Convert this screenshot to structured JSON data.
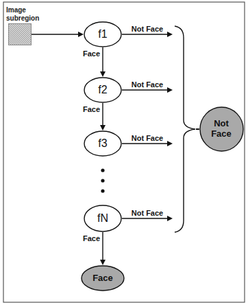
{
  "diagram": {
    "nodes": [
      {
        "text": [
          "Image subregion"
        ]
      },
      {
        "text": [
          "f1"
        ]
      },
      {
        "text": [
          "f2"
        ]
      },
      {
        "text": [
          "f3"
        ]
      },
      {
        "text": [
          "fN"
        ]
      },
      {
        "text": [
          "Not Face"
        ]
      },
      {
        "text": [
          "Face"
        ]
      }
    ],
    "edges": [
      {
        "from": 0,
        "to": 1,
        "arrow": "to"
      },
      {
        "from": 1,
        "to": 5,
        "label": "Not Face",
        "arrow": "to"
      },
      {
        "from": 1,
        "to": 2,
        "label": "Face",
        "arrow": "to"
      },
      {
        "from": 2,
        "to": 5,
        "label": "Not Face",
        "arrow": "to"
      },
      {
        "from": 2,
        "to": 3,
        "label": "Face",
        "arrow": "to"
      },
      {
        "from": 3,
        "to": 5,
        "label": "Not Face",
        "arrow": "to"
      },
      {
        "from": 4,
        "to": 5,
        "label": "Not Face",
        "arrow": "to"
      },
      {
        "from": 4,
        "to": 6,
        "label": "Face",
        "arrow": "to"
      }
    ]
  }
}
